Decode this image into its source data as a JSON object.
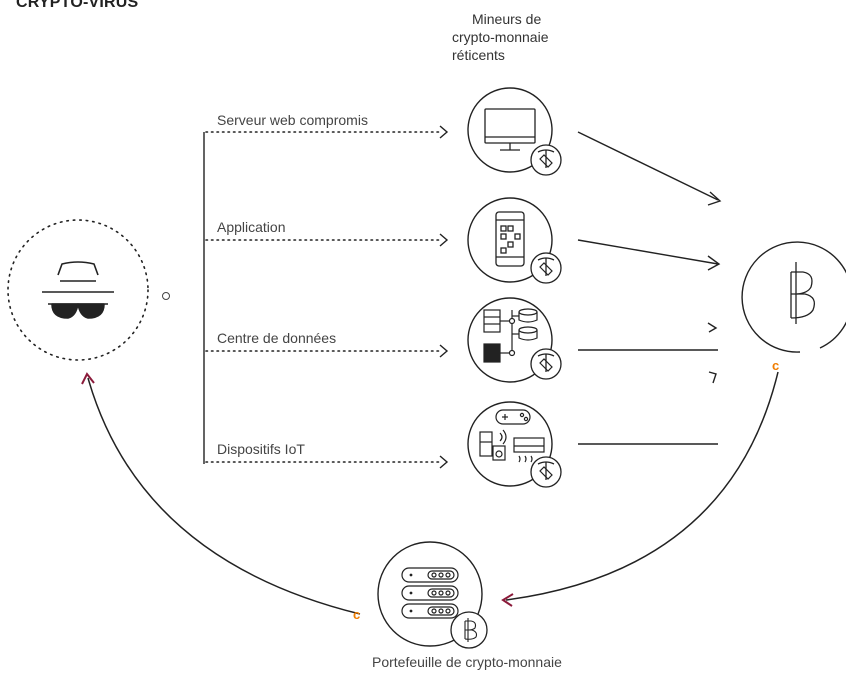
{
  "title": "CRYPTO-VIRUS",
  "miners_caption": [
    "Mineurs de",
    "crypto-monnaie",
    "réticents"
  ],
  "sources": [
    {
      "label": "Serveur web compromis",
      "icon": "monitor-icon"
    },
    {
      "label": "Application",
      "icon": "smartphone-icon"
    },
    {
      "label": "Centre de données",
      "icon": "datacenter-icon"
    },
    {
      "label": "Dispositifs IoT",
      "icon": "iot-devices-icon"
    }
  ],
  "wallet_caption": "Portefeuille de crypto-monnaie",
  "colors": {
    "line": "#222222",
    "arrowhead_accent": "#8b1a3a",
    "marker_orange": "#f07d00"
  }
}
